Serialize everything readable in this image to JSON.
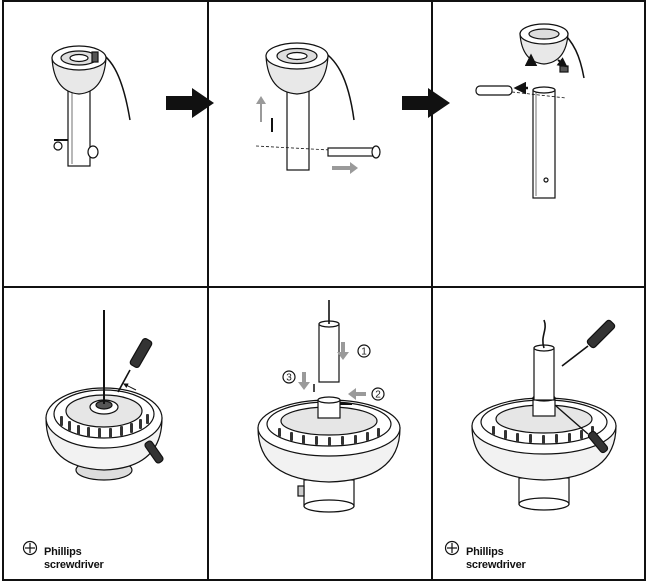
{
  "tool_caption": {
    "line1": "Phillips",
    "line2": "screwdriver"
  },
  "step_numbers": {
    "first": "1",
    "second": "2",
    "third": "3"
  },
  "icons": {
    "screwdriver_symbol": "phillips-cross-circle-icon",
    "direction_arrow": "big-right-arrow-icon"
  },
  "colors": {
    "line": "#111111",
    "grey_arrow": "#9a9a9a",
    "shade": "#cfcfcf"
  }
}
